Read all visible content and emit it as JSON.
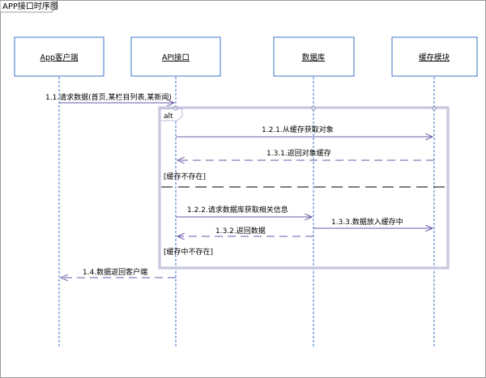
{
  "frame": {
    "title": "APP接口时序图"
  },
  "lifelines": [
    {
      "id": "app",
      "label": "App客户端"
    },
    {
      "id": "api",
      "label": "API接口"
    },
    {
      "id": "db",
      "label": "数据库"
    },
    {
      "id": "cache",
      "label": "缓存模块"
    }
  ],
  "fragment": {
    "operator": "alt",
    "guard_1": "[缓存不存在]",
    "guard_2": "[缓存中不存在]"
  },
  "messages": [
    {
      "id": "m1",
      "label": "1.1.请求数据(首页,某栏目列表,某新闻)",
      "from": "app",
      "to": "api",
      "kind": "call"
    },
    {
      "id": "m2",
      "label": "1.2.1.从缓存获取对象",
      "from": "api",
      "to": "cache",
      "kind": "call"
    },
    {
      "id": "m3",
      "label": "1.3.1.返回对象缓存",
      "from": "cache",
      "to": "api",
      "kind": "return"
    },
    {
      "id": "m4",
      "label": "1.2.2.请求数据库获取相关信息",
      "from": "api",
      "to": "db",
      "kind": "call"
    },
    {
      "id": "m5",
      "label": "1.3.3.数据放入缓存中",
      "from": "db",
      "to": "cache",
      "kind": "call"
    },
    {
      "id": "m6",
      "label": "1.3.2.返回数据",
      "from": "db",
      "to": "api",
      "kind": "return"
    },
    {
      "id": "m7",
      "label": "1.4.数据返回客户端",
      "from": "api",
      "to": "app",
      "kind": "return"
    }
  ],
  "colors": {
    "lifeline_box_border": "#3d73c8",
    "lifeline_line": "#3d73c8",
    "message_line": "#6a5aa8",
    "fragment_border": "#b9b9d6",
    "frame_border": "#9a9a9a"
  }
}
